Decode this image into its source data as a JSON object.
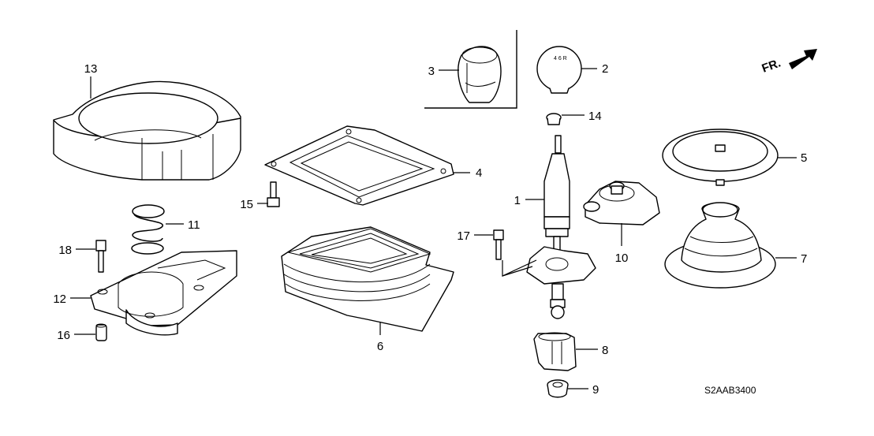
{
  "diagram": {
    "direction_marker": "FR.",
    "diagram_code": "S2AAB3400",
    "parts": [
      {
        "ref": "1",
        "name": "shift-lever"
      },
      {
        "ref": "2",
        "name": "shift-knob-round"
      },
      {
        "ref": "3",
        "name": "shift-knob-leather"
      },
      {
        "ref": "4",
        "name": "boot-retainer-plate"
      },
      {
        "ref": "5",
        "name": "boot-ring"
      },
      {
        "ref": "6",
        "name": "shift-boot"
      },
      {
        "ref": "7",
        "name": "lower-boot"
      },
      {
        "ref": "8",
        "name": "bushing-holder"
      },
      {
        "ref": "9",
        "name": "bushing"
      },
      {
        "ref": "10",
        "name": "lever-seat"
      },
      {
        "ref": "11",
        "name": "spring"
      },
      {
        "ref": "12",
        "name": "lever-housing"
      },
      {
        "ref": "13",
        "name": "boot-pad"
      },
      {
        "ref": "14",
        "name": "knob-nut"
      },
      {
        "ref": "15",
        "name": "bolt"
      },
      {
        "ref": "16",
        "name": "collar"
      },
      {
        "ref": "17",
        "name": "flange-bolt"
      },
      {
        "ref": "18",
        "name": "flange-bolt-housing"
      }
    ]
  }
}
